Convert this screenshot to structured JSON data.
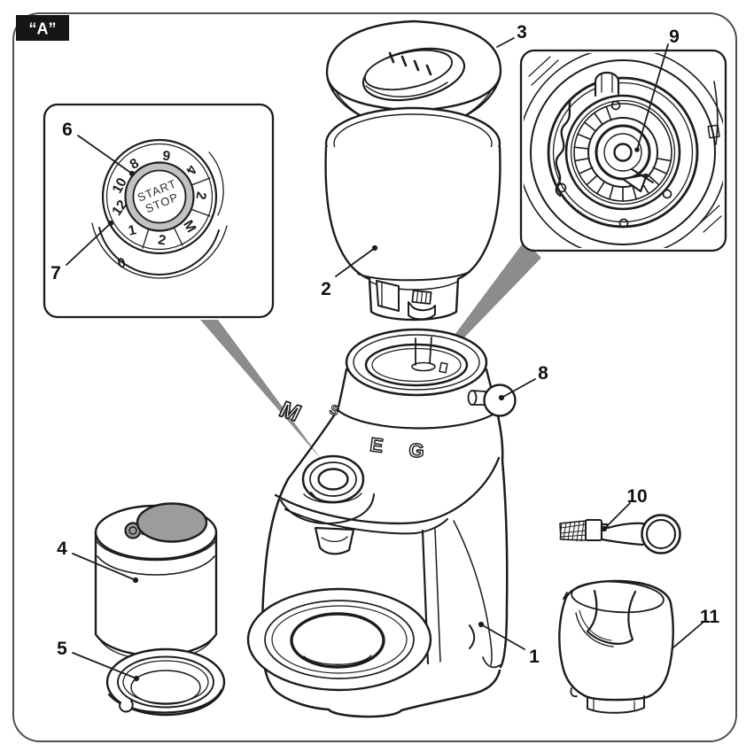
{
  "figure": {
    "badge_label": "“A”"
  },
  "callouts": {
    "c1": "1",
    "c2": "2",
    "c3": "3",
    "c4": "4",
    "c5": "5",
    "c6": "6",
    "c7": "7",
    "c8": "8",
    "c9": "9",
    "c10": "10",
    "c11": "11"
  },
  "grind_dial": {
    "start_label": "START",
    "stop_label": "STOP",
    "scale": {
      "top_left": "8",
      "top": "9",
      "upper_right": "4",
      "right": "2",
      "lower_right": "M",
      "bottom": "2",
      "bottom_left": "1",
      "left": "12",
      "upper_left": "10",
      "outer_bottom": "0"
    }
  },
  "brand": {
    "s": "S",
    "m": "M",
    "e": "E",
    "g": "G"
  },
  "colors": {
    "line": "#1c1c1c",
    "pointer_wedge": "#8c8c8c",
    "dial_ring": "#c2c2c2",
    "jar_disc": "#9c9c9c",
    "badge_bg": "#161616",
    "frame": "#4f4f4f"
  }
}
